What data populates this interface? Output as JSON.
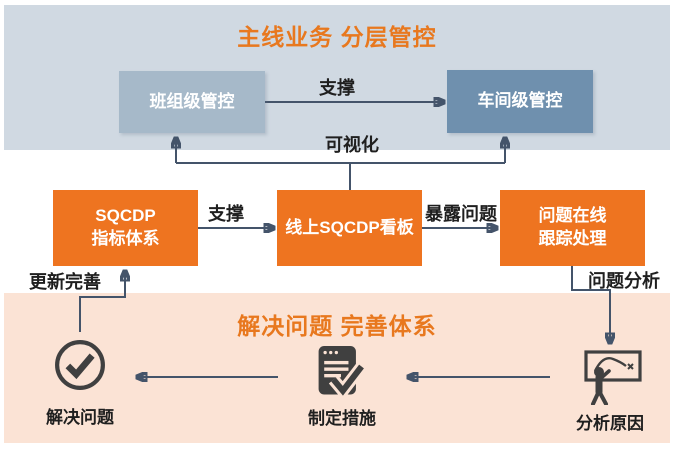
{
  "top_band": {
    "title": "主线业务  分层管控",
    "boxes": [
      {
        "label": "班组级管控"
      },
      {
        "label": "车间级管控"
      }
    ]
  },
  "flow_row": {
    "boxes": [
      {
        "label": "SQCDP\n指标体系"
      },
      {
        "label": "线上SQCDP看板"
      },
      {
        "label": "问题在线\n跟踪处理"
      }
    ]
  },
  "edge_labels": {
    "support_top": "支撑",
    "visualize": "可视化",
    "support_mid": "支撑",
    "expose": "暴露问题",
    "update": "更新完善",
    "analyze": "问题分析"
  },
  "bottom_band": {
    "title": "解决问题  完善体系",
    "steps": [
      {
        "icon": "check-circle-icon",
        "label": "解决问题"
      },
      {
        "icon": "checklist-document-icon",
        "label": "制定措施"
      },
      {
        "icon": "presentation-board-icon",
        "label": "分析原因"
      }
    ]
  },
  "colors": {
    "accent_orange": "#ee7420",
    "title_orange": "#e8781e",
    "top_band_bg": "#d0d9e2",
    "bottom_band_bg": "#fbe3d5",
    "team_box": "#a6b9c9",
    "workshop_box": "#6f90ae",
    "connector": "#44546a",
    "icon_dark": "#404040"
  }
}
